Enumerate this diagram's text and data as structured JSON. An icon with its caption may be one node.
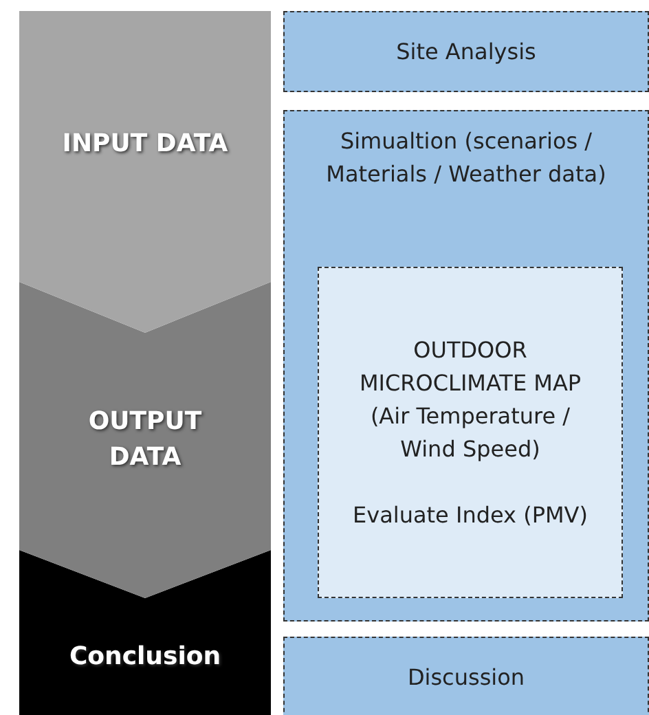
{
  "diagram": {
    "nodes": [
      {
        "text": [
          "INPUT DATA"
        ]
      },
      {
        "text": [
          "OUTPUT DATA"
        ]
      },
      {
        "text": [
          "Conclusion"
        ]
      },
      {
        "text": [
          "Site Analysis"
        ]
      },
      {
        "text": [
          "Simualtion (scenarios / Materials / Weather data)"
        ]
      },
      {
        "text": [
          "OUTDOOR MICROCLIMATE MAP (Air Temperature / Wind Speed)",
          "Evaluate Index (PMV)"
        ],
        "in": 4
      },
      {
        "text": [
          "Discussion"
        ]
      }
    ],
    "edges": []
  }
}
